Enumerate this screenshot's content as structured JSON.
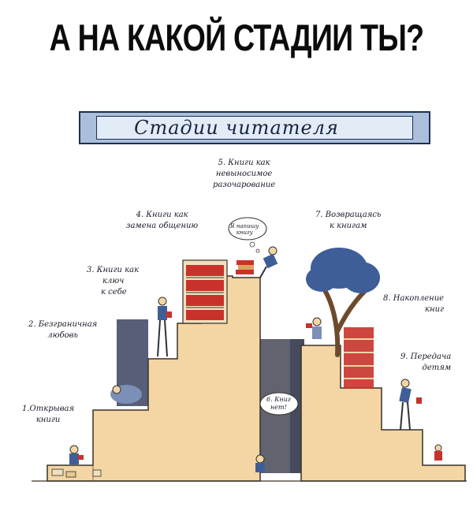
{
  "headline": "А НА КАКОЙ СТАДИИ ТЫ?",
  "banner": {
    "title": "Стадии читателя"
  },
  "stages": [
    {
      "line1": "1.Открывая",
      "line2": "книги"
    },
    {
      "line1": "2. Безграничная",
      "line2": "любовь"
    },
    {
      "line1": "3. Книги как",
      "line2": "ключ",
      "line3": "к себе"
    },
    {
      "line1": "4. Книги как",
      "line2": "замена общению"
    },
    {
      "line1": "5. Книги как",
      "line2": "невыносимое",
      "line3": "разочарование"
    },
    {
      "line1": "6. Книг",
      "line2": "нет!"
    },
    {
      "line1": "7. Возвращаясь",
      "line2": "к книгам"
    },
    {
      "line1": "8. Накопление",
      "line2": "книг"
    },
    {
      "line1": "9. Передача",
      "line2": "детям"
    }
  ],
  "thought_bubble": {
    "line1": "Я напишу",
    "line2": "книгу"
  },
  "colors": {
    "stairs": "#f3d6a4",
    "stairs_outline": "#3b3024",
    "banner_fill": "#a9bfdc",
    "book_red": "#c9322b",
    "tree_blue": "#3f5e98",
    "dark_room": "#3a4360"
  }
}
